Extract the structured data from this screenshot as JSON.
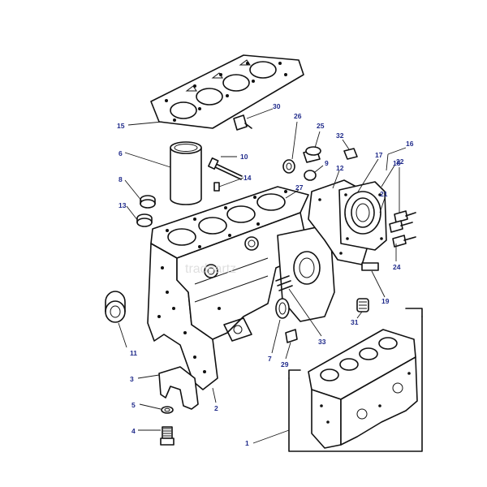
{
  "colors": {
    "ink": "#111111",
    "callout_text": "#1f2a8a",
    "background": "#ffffff",
    "watermark": "#d8d8d8"
  },
  "watermark_text": "tradpartz",
  "callouts": [
    {
      "id": "c1",
      "text": "1"
    },
    {
      "id": "c2",
      "text": "2"
    },
    {
      "id": "c3",
      "text": "3"
    },
    {
      "id": "c4",
      "text": "4"
    },
    {
      "id": "c5",
      "text": "5"
    },
    {
      "id": "c6",
      "text": "6"
    },
    {
      "id": "c7",
      "text": "7"
    },
    {
      "id": "c8",
      "text": "8"
    },
    {
      "id": "c9",
      "text": "9"
    },
    {
      "id": "c10",
      "text": "10"
    },
    {
      "id": "c11",
      "text": "11"
    },
    {
      "id": "c12",
      "text": "12"
    },
    {
      "id": "c13",
      "text": "13"
    },
    {
      "id": "c14",
      "text": "14"
    },
    {
      "id": "c15",
      "text": "15"
    },
    {
      "id": "c16",
      "text": "16"
    },
    {
      "id": "c17",
      "text": "17"
    },
    {
      "id": "c18",
      "text": "18"
    },
    {
      "id": "c19",
      "text": "19"
    },
    {
      "id": "c21",
      "text": "21"
    },
    {
      "id": "c22",
      "text": "22"
    },
    {
      "id": "c24",
      "text": "24"
    },
    {
      "id": "c25",
      "text": "25"
    },
    {
      "id": "c26",
      "text": "26"
    },
    {
      "id": "c27",
      "text": "27"
    },
    {
      "id": "c29",
      "text": "29"
    },
    {
      "id": "c30",
      "text": "30"
    },
    {
      "id": "c31",
      "text": "31"
    },
    {
      "id": "c32",
      "text": "32"
    },
    {
      "id": "c33",
      "text": "33"
    }
  ]
}
